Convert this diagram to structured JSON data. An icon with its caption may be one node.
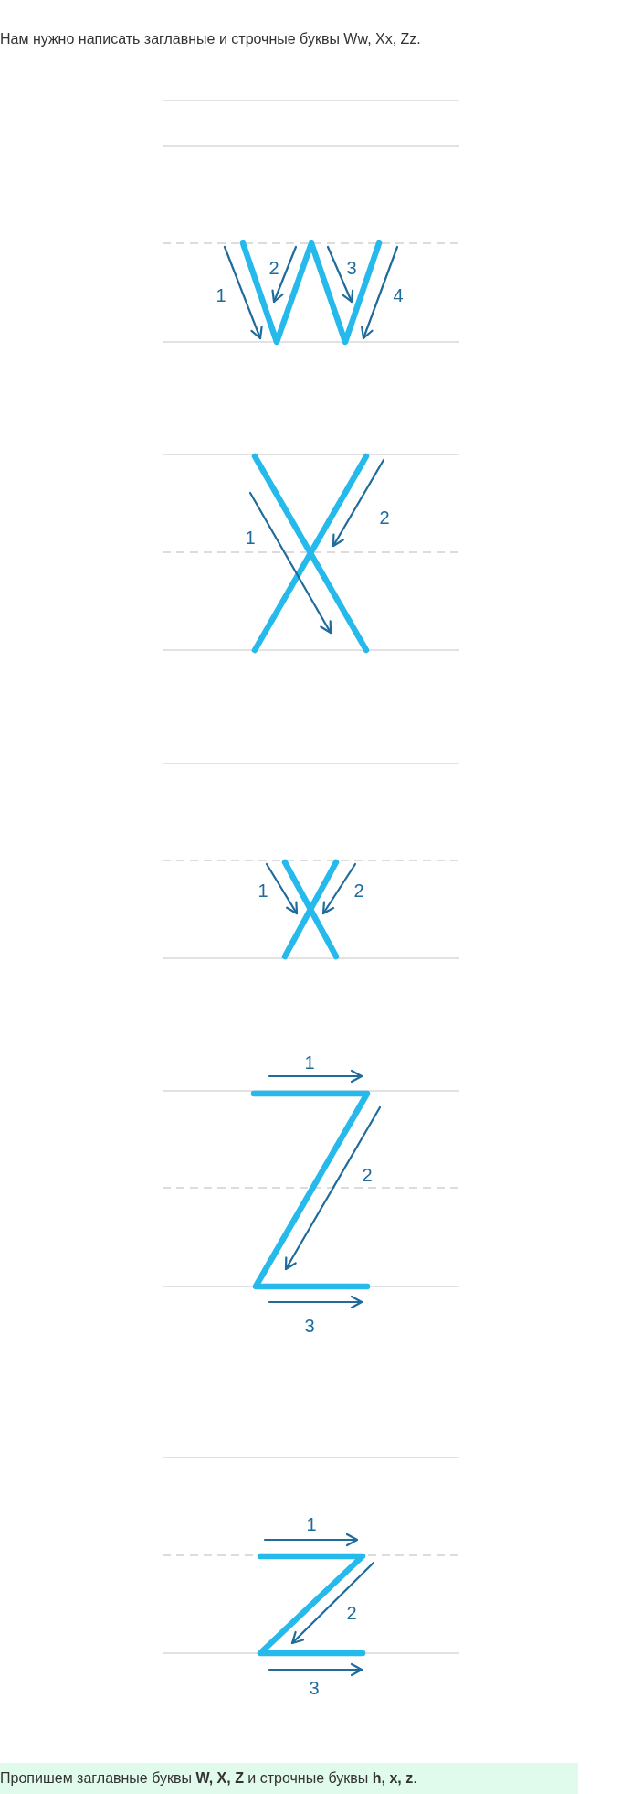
{
  "diagram": {
    "title": "Нам нужно написать заглавные и строчные буквы Ww, Xx, Zz.",
    "caption": "Пропишем заглавные буквы **W, X, Z** и строчные буквы **h, x, z**.",
    "labels": [
      "1",
      "2",
      "3",
      "4",
      "1",
      "2",
      "1",
      "2",
      "1",
      "2",
      "3",
      "1",
      "2",
      "3"
    ]
  }
}
